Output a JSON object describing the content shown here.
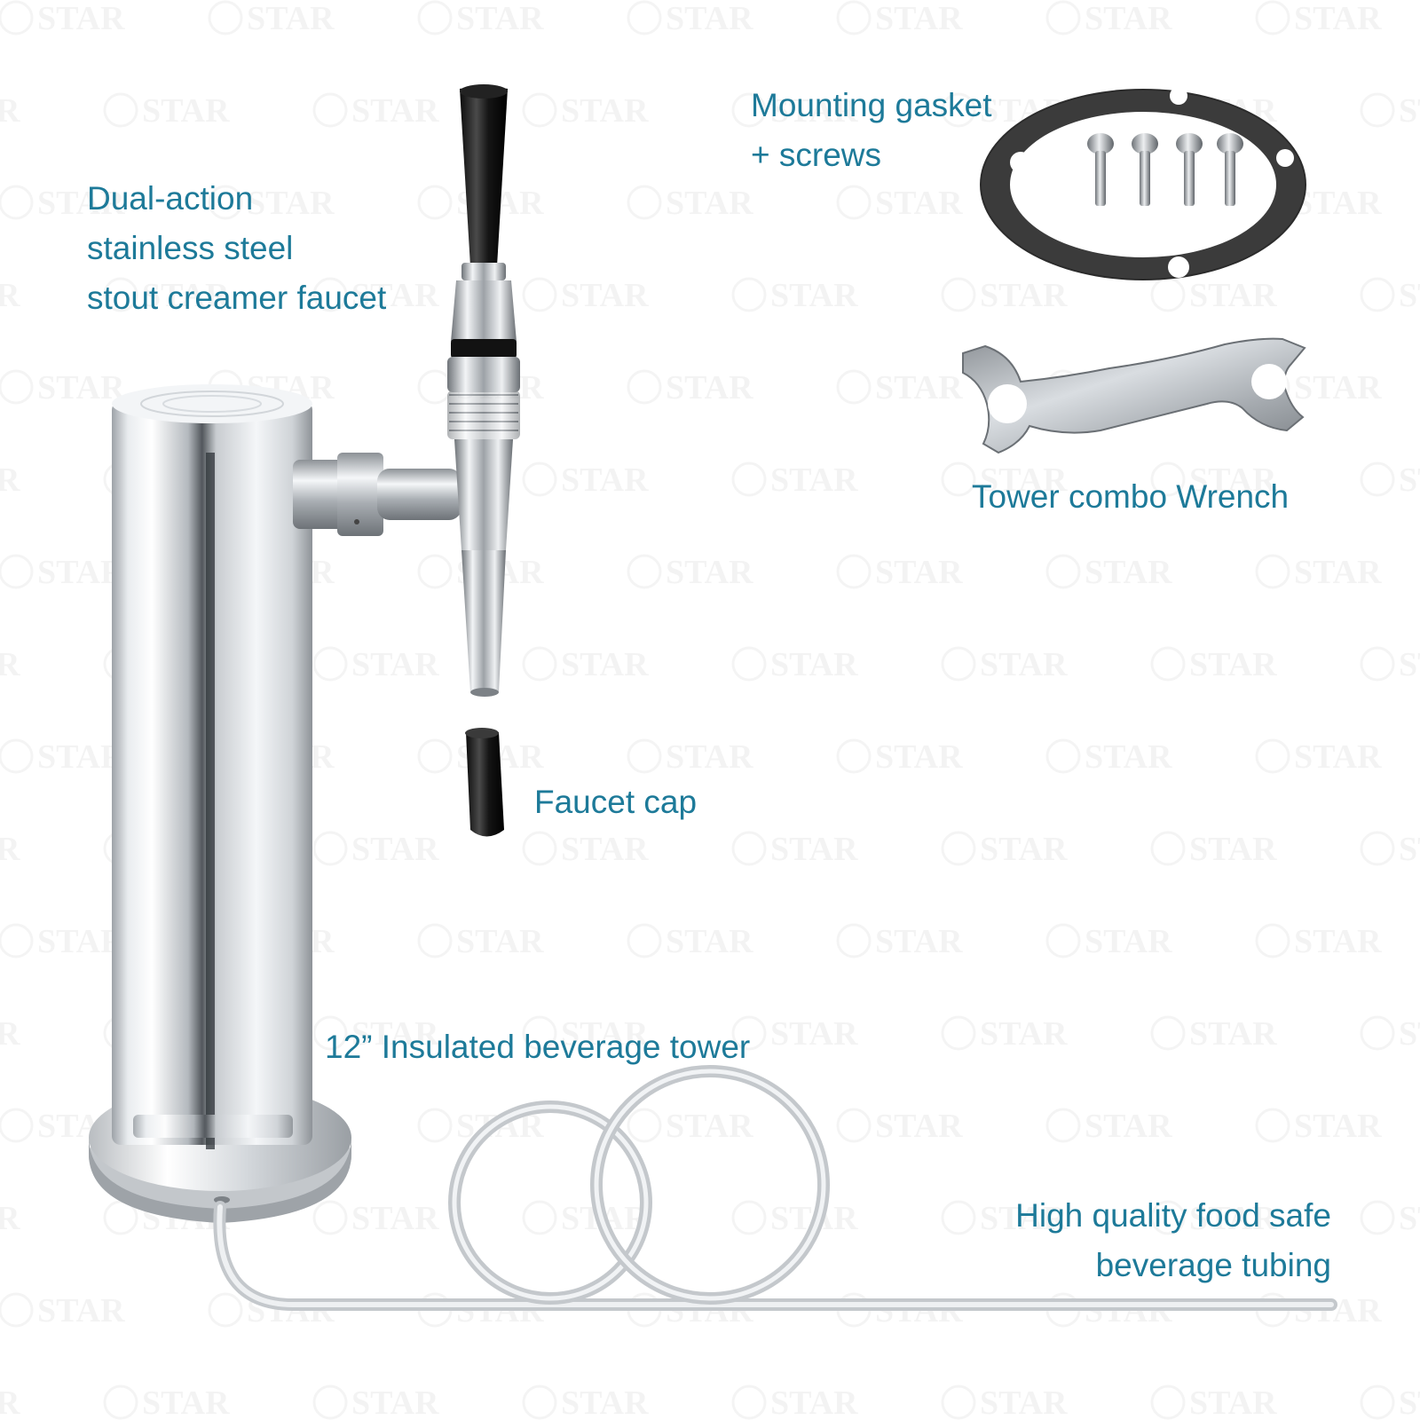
{
  "watermark": {
    "text": "STAR"
  },
  "colors": {
    "label": "#1d7a99",
    "background": "#ffffff"
  },
  "callouts": {
    "faucet": {
      "line1": "Dual-action",
      "line2": "stainless steel",
      "line3": "stout creamer faucet"
    },
    "gasket": {
      "line1": "Mounting gasket",
      "line2": "+ screws"
    },
    "wrench": {
      "line1": "Tower combo Wrench"
    },
    "cap": {
      "line1": "Faucet cap"
    },
    "tower": {
      "line1": "12” Insulated beverage tower"
    },
    "tubing": {
      "line1": "High quality food safe",
      "line2": "beverage tubing"
    }
  },
  "parts": {
    "tower": "chrome-tower-illustration",
    "faucet": "stout-faucet-illustration",
    "cap": "faucet-cap-illustration",
    "gasket": "gasket-with-screws-illustration",
    "wrench": "combo-wrench-illustration",
    "tubing": "coiled-tubing-illustration"
  }
}
